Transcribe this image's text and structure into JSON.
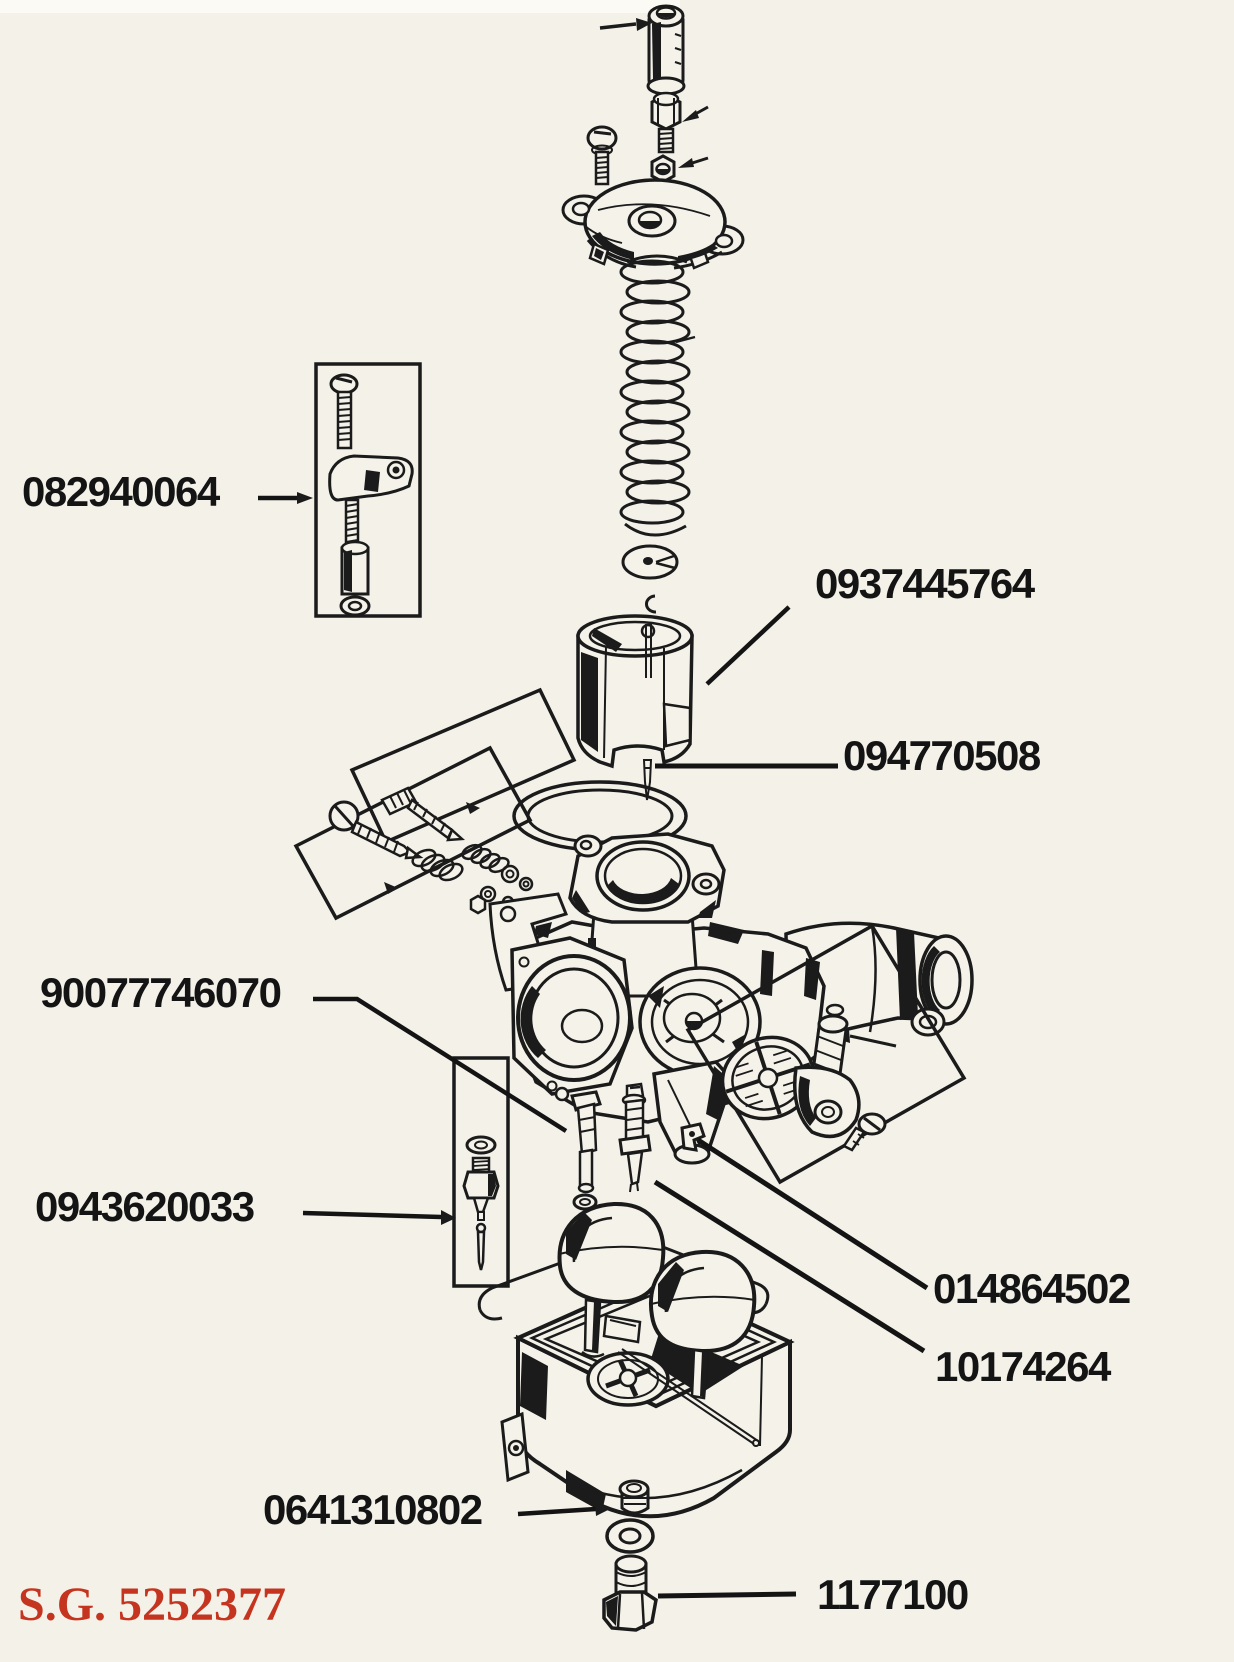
{
  "page": {
    "background": "#f3f1e8",
    "ink": "#1b1b1b",
    "accent_red": "#c5341f"
  },
  "diagram": {
    "type": "exploded-parts-diagram"
  },
  "part_labels": [
    {
      "text": "082940064"
    },
    {
      "text": "0937445764"
    },
    {
      "text": "094770508"
    },
    {
      "text": "90077746070"
    },
    {
      "text": "0943620033"
    },
    {
      "text": "014864502"
    },
    {
      "text": "10174264"
    },
    {
      "text": "0641310802"
    },
    {
      "text": "1177100"
    }
  ],
  "footer": {
    "catalog_code": "S.G. 5252377"
  }
}
